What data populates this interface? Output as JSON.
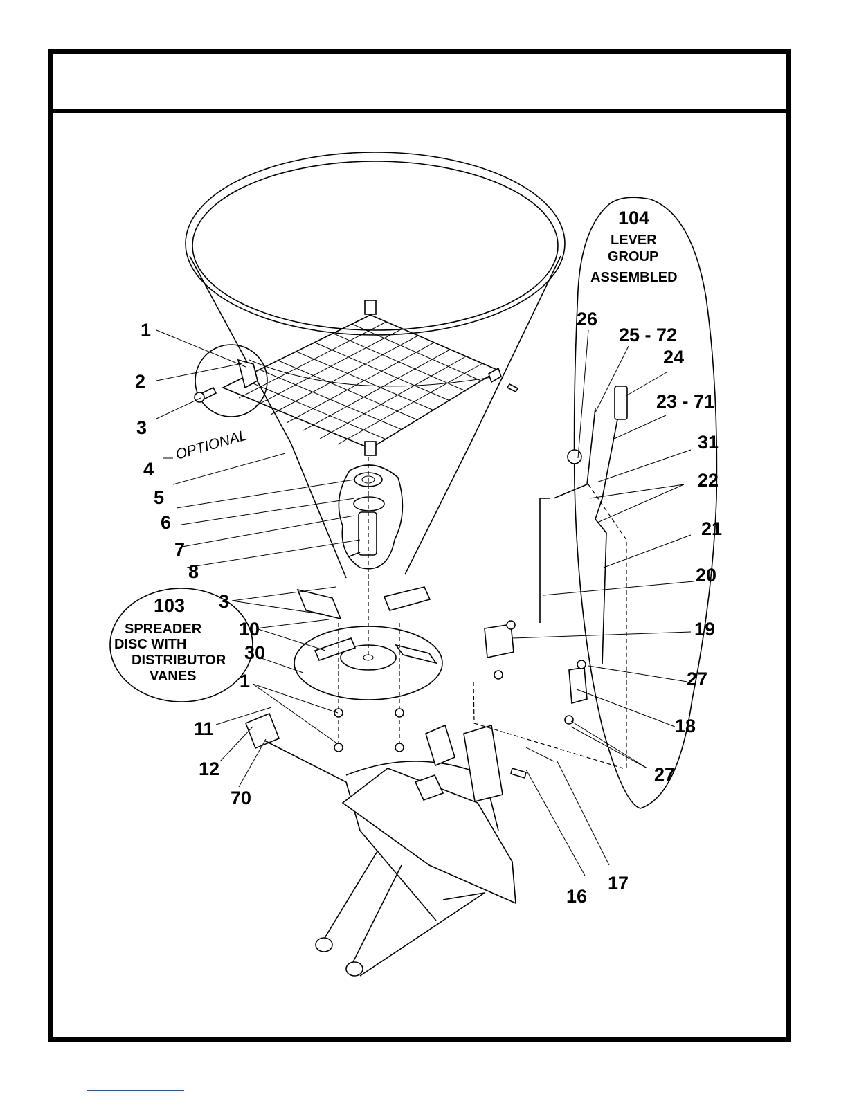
{
  "header": {
    "title": ""
  },
  "callouts": {
    "c1a": "1",
    "c2": "2",
    "c3a": "3",
    "c4": "4",
    "c5": "5",
    "c6": "6",
    "c7": "7",
    "c8": "8",
    "c3b": "3",
    "c10": "10",
    "c30": "30",
    "c1b": "1",
    "c11": "11",
    "c12": "12",
    "c70": "70",
    "c26": "26",
    "c25_72": "25 - 72",
    "c24": "24",
    "c23_71": "23 - 71",
    "c31": "31",
    "c22": "22",
    "c21": "21",
    "c20": "20",
    "c19": "19",
    "c27a": "27",
    "c18": "18",
    "c27b": "27",
    "c16": "16",
    "c17": "17"
  },
  "optional_label": "OPTIONAL",
  "group_103": {
    "number": "103",
    "lines": [
      "SPREADER",
      "DISC WITH",
      "DISTRIBUTOR",
      "VANES"
    ]
  },
  "group_104": {
    "number": "104",
    "lines": [
      "LEVER",
      "GROUP",
      "ASSEMBLED"
    ]
  }
}
